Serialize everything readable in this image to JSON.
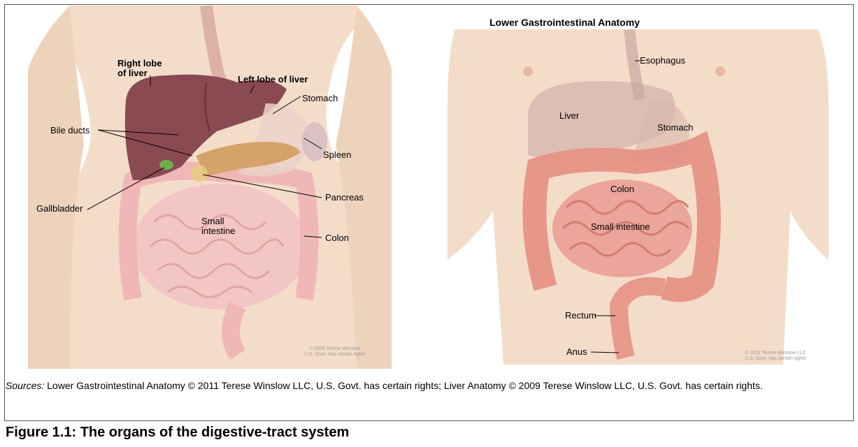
{
  "left_figure": {
    "labels": {
      "right_lobe": "Right lobe\nof liver",
      "left_lobe": "Left lobe of liver",
      "stomach": "Stomach",
      "bile_ducts": "Bile ducts",
      "spleen": "Spleen",
      "gallbladder": "Gallbladder",
      "pancreas": "Pancreas",
      "small_intestine": "Small\nintestine",
      "colon": "Colon"
    },
    "copyright": [
      "© 2009 Terese Winslow",
      "U.S. Govt. has certain rights"
    ]
  },
  "right_figure": {
    "title": "Lower Gastrointestinal Anatomy",
    "labels": {
      "esophagus": "Esophagus",
      "liver": "Liver",
      "stomach": "Stomach",
      "colon": "Colon",
      "small_intestine": "Small intestine",
      "rectum": "Rectum",
      "anus": "Anus"
    },
    "copyright": [
      "© 2011 Terese Winslow LLC",
      "U.S. Govt. has certain rights"
    ]
  },
  "sources": {
    "prefix": "Sources:",
    "text": " Lower Gastrointestinal Anatomy © 2011 Terese Winslow LLC, U.S. Govt. has certain rights; Liver Anatomy © 2009 Terese Winslow LLC, U.S. Govt. has certain rights."
  },
  "caption": "Figure 1.1: The organs of the digestive-tract system",
  "colors": {
    "skin": "#f3ddc9",
    "skin_shadow": "#e8c5aa",
    "liver": "#8a4a52",
    "liver_light": "#a86a70",
    "pancreas": "#d4a36a",
    "intestine": "#f2c6c4",
    "intestine_right": "#e89a8a",
    "gallbladder": "#6db04a"
  }
}
